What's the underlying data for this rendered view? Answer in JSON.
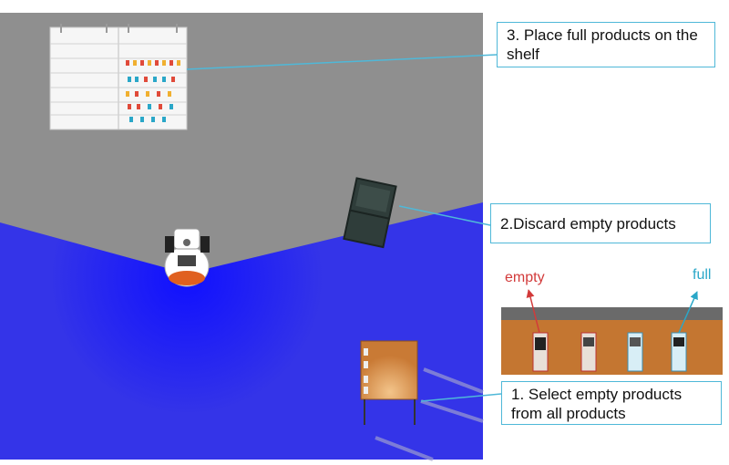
{
  "colors": {
    "wall": "#8f8f8f",
    "floor": "#2f2fe6",
    "callout_border": "#4fb8d8",
    "empty_label": "#d23a3a",
    "full_label": "#2aa7c8",
    "wood": "#c97a35"
  },
  "callouts": {
    "place": "3. Place full products on the shelf",
    "discard": "2.Discard empty products",
    "select": "1. Select empty products from all products"
  },
  "inset": {
    "empty_label": "empty",
    "full_label": "full"
  },
  "icons": [
    "robot-icon",
    "shelf-icon",
    "trash-bin-icon",
    "table-icon"
  ]
}
